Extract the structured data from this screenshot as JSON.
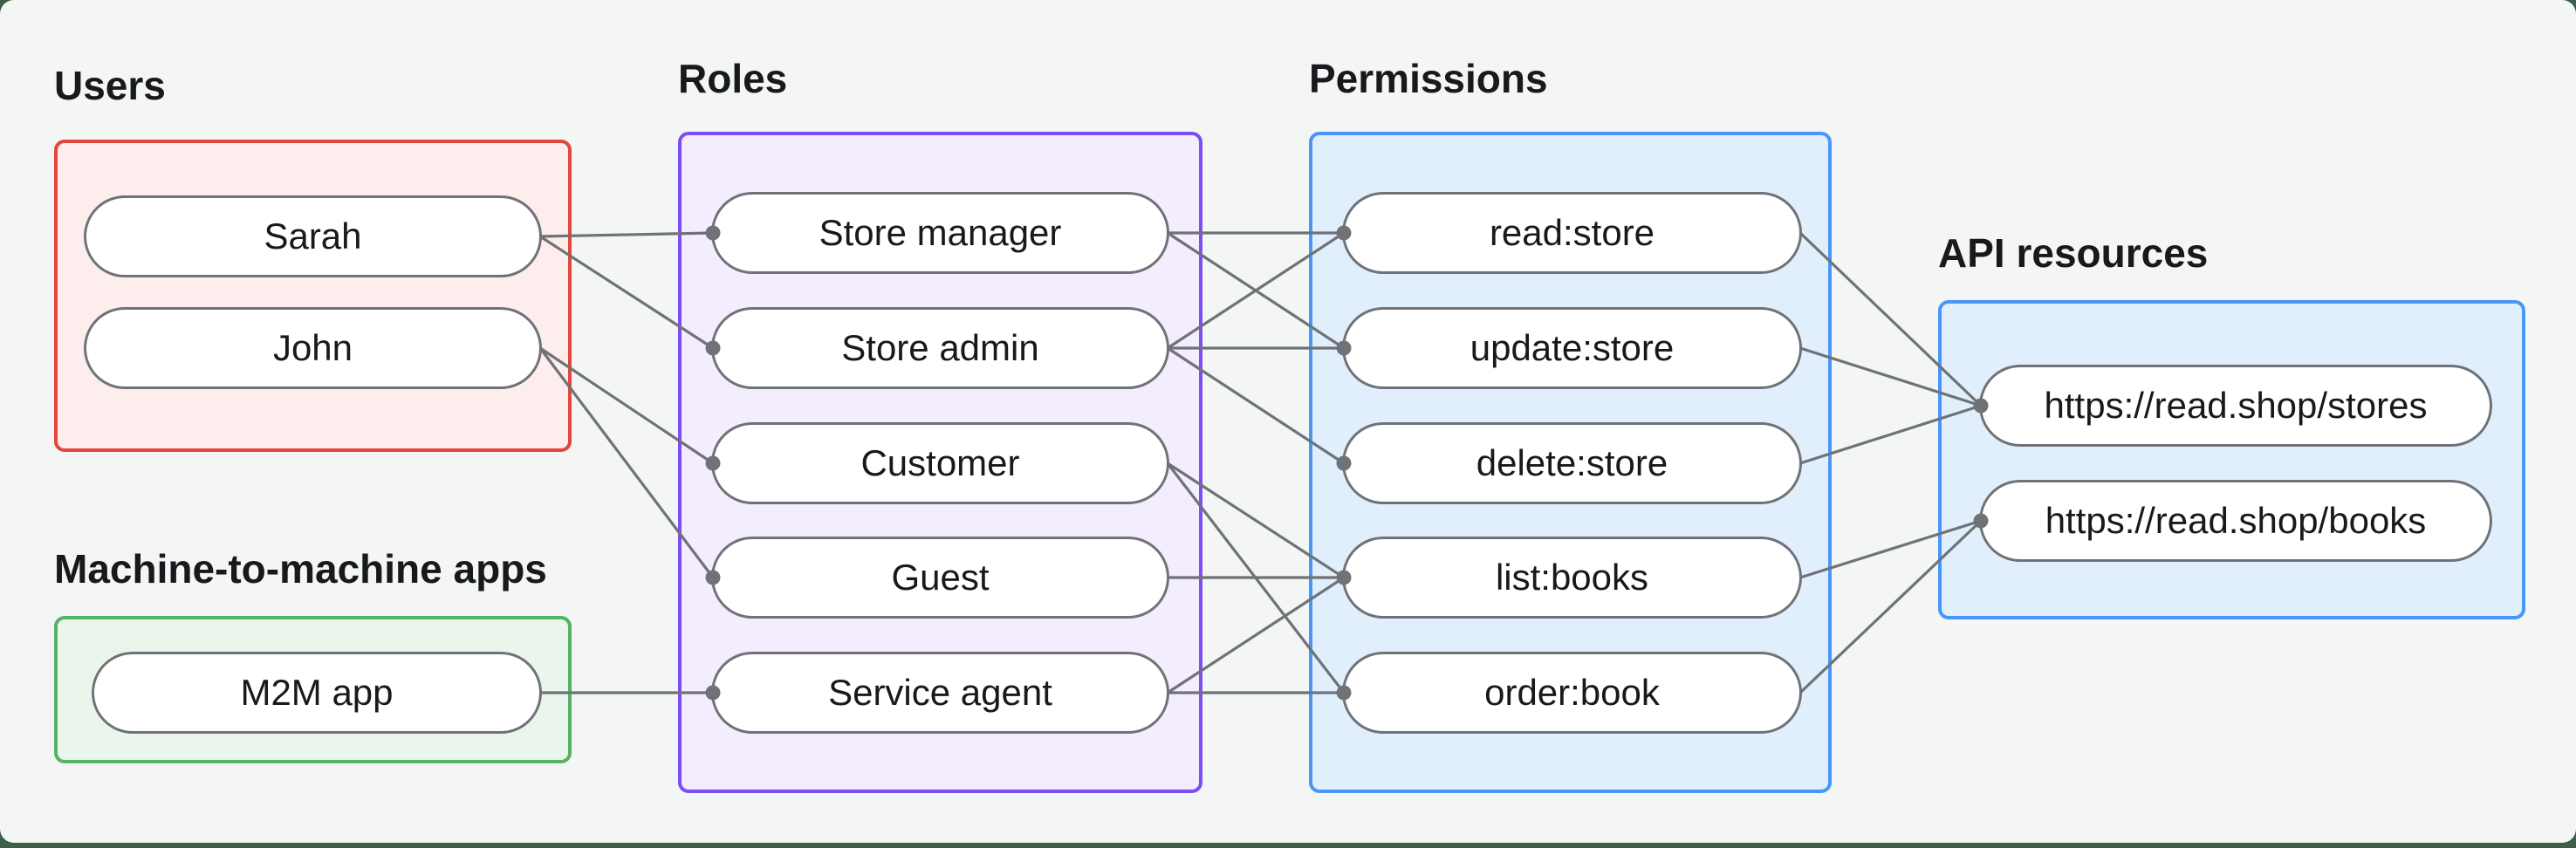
{
  "sections": {
    "users": {
      "label": "Users"
    },
    "machine_to_machine": {
      "label": "Machine-to-machine apps"
    },
    "roles": {
      "label": "Roles"
    },
    "permissions": {
      "label": "Permissions"
    },
    "api_resources": {
      "label": "API resources"
    }
  },
  "nodes": {
    "users": [
      {
        "id": "sarah",
        "label": "Sarah"
      },
      {
        "id": "john",
        "label": "John"
      }
    ],
    "machine_to_machine": [
      {
        "id": "m2m-app",
        "label": "M2M app"
      }
    ],
    "roles": [
      {
        "id": "store-manager",
        "label": "Store manager"
      },
      {
        "id": "store-admin",
        "label": "Store admin"
      },
      {
        "id": "customer",
        "label": "Customer"
      },
      {
        "id": "guest",
        "label": "Guest"
      },
      {
        "id": "service-agent",
        "label": "Service agent"
      }
    ],
    "permissions": [
      {
        "id": "read-store",
        "label": "read:store"
      },
      {
        "id": "update-store",
        "label": "update:store"
      },
      {
        "id": "delete-store",
        "label": "delete:store"
      },
      {
        "id": "list-books",
        "label": "list:books"
      },
      {
        "id": "order-book",
        "label": "order:book"
      }
    ],
    "api_resources": [
      {
        "id": "stores-api",
        "label": "https://read.shop/stores"
      },
      {
        "id": "books-api",
        "label": "https://read.shop/books"
      }
    ]
  },
  "edges": [
    {
      "from": "sarah",
      "to": "store-manager"
    },
    {
      "from": "sarah",
      "to": "store-admin"
    },
    {
      "from": "john",
      "to": "customer"
    },
    {
      "from": "john",
      "to": "guest"
    },
    {
      "from": "m2m-app",
      "to": "service-agent"
    },
    {
      "from": "store-manager",
      "to": "read-store"
    },
    {
      "from": "store-manager",
      "to": "update-store"
    },
    {
      "from": "store-admin",
      "to": "read-store"
    },
    {
      "from": "store-admin",
      "to": "update-store"
    },
    {
      "from": "store-admin",
      "to": "delete-store"
    },
    {
      "from": "customer",
      "to": "list-books"
    },
    {
      "from": "customer",
      "to": "order-book"
    },
    {
      "from": "guest",
      "to": "list-books"
    },
    {
      "from": "service-agent",
      "to": "list-books"
    },
    {
      "from": "service-agent",
      "to": "order-book"
    },
    {
      "from": "read-store",
      "to": "stores-api"
    },
    {
      "from": "update-store",
      "to": "stores-api"
    },
    {
      "from": "delete-store",
      "to": "stores-api"
    },
    {
      "from": "list-books",
      "to": "books-api"
    },
    {
      "from": "order-book",
      "to": "books-api"
    }
  ],
  "colors": {
    "page_background": "#3c5f48",
    "panel_background": "#f4f6f5",
    "users_border": "#e2473c",
    "users_fill": "#fdedec",
    "m2m_border": "#58b266",
    "m2m_fill": "#eaf6ec",
    "roles_border": "#7d4ef3",
    "roles_fill": "#f3edfe",
    "permissions_border": "#4897f7",
    "permissions_fill": "#e1effd",
    "api_border": "#4897f7",
    "api_fill": "#e1effd",
    "connector": "#6f7276",
    "pill_border": "#6f7377",
    "pill_fill": "#ffffff",
    "text": "#17191c"
  }
}
